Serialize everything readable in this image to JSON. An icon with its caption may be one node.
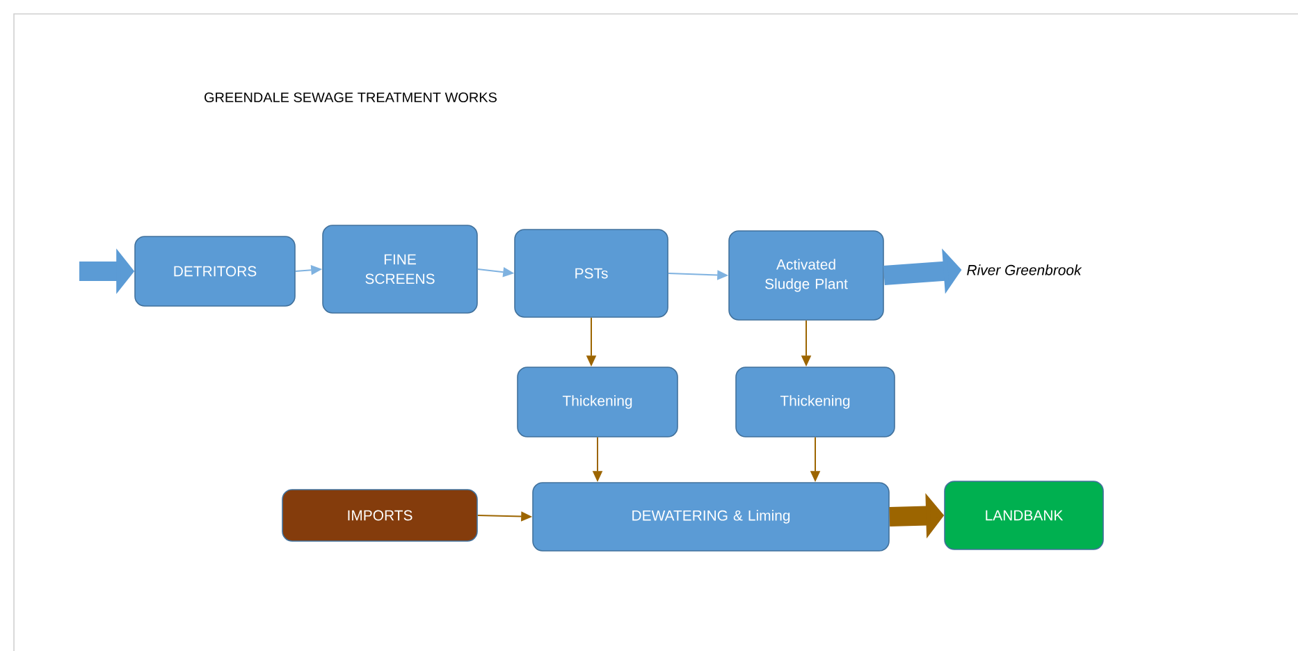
{
  "diagram": {
    "title": "GREENDALE SEWAGE TREATMENT WORKS",
    "nodes": [
      {
        "text": [
          "DETRITORS"
        ]
      },
      {
        "text": [
          "FINE SCREENS"
        ]
      },
      {
        "text": [
          "PSTs"
        ]
      },
      {
        "text": [
          "Activated Sludge Plant"
        ]
      },
      {
        "text": [
          "River  Greenbrook"
        ]
      },
      {
        "text": [
          "Thickening"
        ]
      },
      {
        "text": [
          "Thickening"
        ]
      },
      {
        "text": [
          "IMPORTS"
        ]
      },
      {
        "text": [
          "DEWATERING & Liming"
        ]
      },
      {
        "text": [
          "LANDBANK"
        ]
      }
    ],
    "edges": [
      {
        "from": null,
        "to": 0,
        "arrow": "to",
        "style": "thick",
        "color": "#5b9bd5"
      },
      {
        "from": 0,
        "to": 1,
        "arrow": "to",
        "color": "#7fb2e0"
      },
      {
        "from": 1,
        "to": 2,
        "arrow": "to",
        "color": "#7fb2e0"
      },
      {
        "from": 2,
        "to": 3,
        "arrow": "to",
        "color": "#7fb2e0"
      },
      {
        "from": 3,
        "to": 4,
        "arrow": "to",
        "style": "thick",
        "color": "#5b9bd5"
      },
      {
        "from": 2,
        "to": 5,
        "arrow": "to"
      },
      {
        "from": 3,
        "to": 6,
        "arrow": "to"
      },
      {
        "from": 5,
        "to": 8,
        "arrow": "to"
      },
      {
        "from": 6,
        "to": 8,
        "arrow": "to"
      },
      {
        "from": 7,
        "to": 8,
        "arrow": "to"
      },
      {
        "from": 8,
        "to": 9,
        "arrow": "to",
        "style": "thick"
      }
    ]
  }
}
